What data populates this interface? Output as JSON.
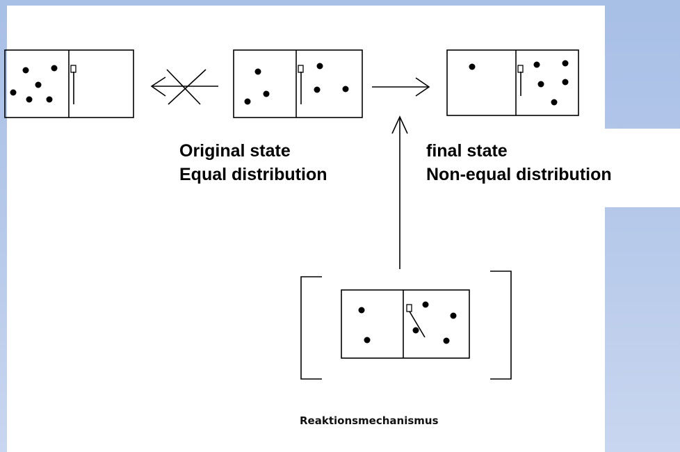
{
  "labels": {
    "original_state": "Original state",
    "equal_distribution": "Equal distribution",
    "final_state": "final state",
    "non_equal_distribution": "Non-equal distribution",
    "mechanism": "Reaktionsmechanismus"
  },
  "colors": {
    "background_top": "#a8bfe6",
    "background_bottom": "#c9d6ef",
    "panel": "#ffffff",
    "ink": "#000000"
  }
}
